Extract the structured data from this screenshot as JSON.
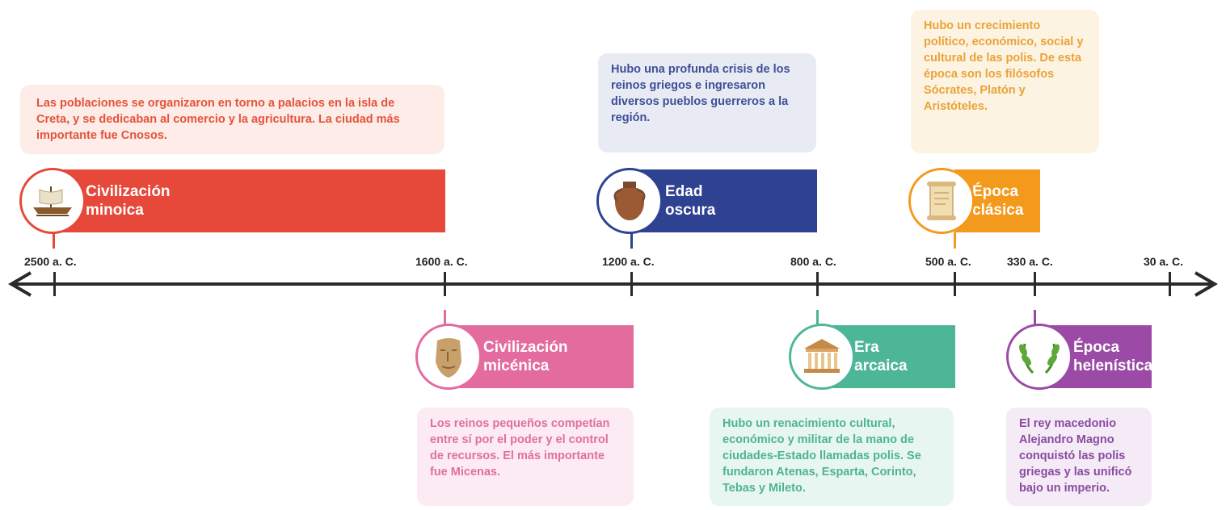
{
  "axis": {
    "ticks": [
      "2500 a. C.",
      "1600 a. C.",
      "1200 a. C.",
      "800 a. C.",
      "500 a. C.",
      "330 a. C.",
      "30 a. C."
    ]
  },
  "eras": {
    "minoica": {
      "title": "Civilización\nminoica",
      "description": "Las poblaciones se organizaron en torno a palacios en la isla de Creta, y se dedicaban al comercio y la agricultura. La ciudad más importante fue Cnosos.",
      "icon": "ship-icon",
      "color": "#e6493a"
    },
    "oscura": {
      "title": "Edad\noscura",
      "description": "Hubo una profunda crisis de los reinos griegos e ingresaron diversos pueblos guerreros a la región.",
      "icon": "amphora-icon",
      "color": "#2f4191"
    },
    "clasica": {
      "title": "Época\nclásica",
      "description": "Hubo un crecimiento político, económico, social y cultural de las polis. De esta época son los filósofos Sócrates, Platón y Aristóteles.",
      "icon": "scroll-icon",
      "color": "#f39a1d"
    },
    "micenica": {
      "title": "Civilización\nmicénica",
      "description": "Los reinos pequeños competían entre sí por el poder y el control de recursos. El más importante fue Micenas.",
      "icon": "mask-icon",
      "color": "#e46b9e"
    },
    "arcaica": {
      "title": "Era\narcaica",
      "description": "Hubo un renacimiento cultural, económico y militar de la mano de ciudades-Estado llamadas polis. Se fundaron Atenas, Esparta, Corinto, Tebas y Mileto.",
      "icon": "temple-icon",
      "color": "#4db697"
    },
    "helenistica": {
      "title": "Época\nhelenística",
      "description": "El rey macedonio Alejandro Magno conquistó las polis griegas y las unificó bajo un imperio.",
      "icon": "laurel-icon",
      "color": "#9b4ba5"
    }
  }
}
